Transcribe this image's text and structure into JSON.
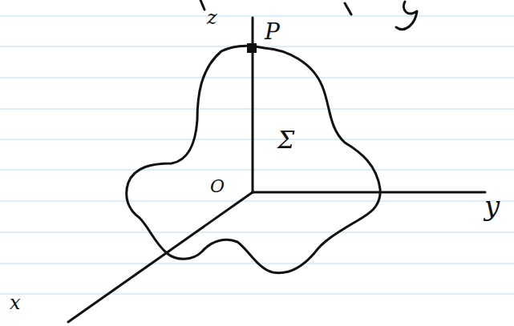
{
  "diagram": {
    "labels": [
      "z",
      "P",
      "Σ",
      "O",
      "y",
      "x"
    ]
  }
}
